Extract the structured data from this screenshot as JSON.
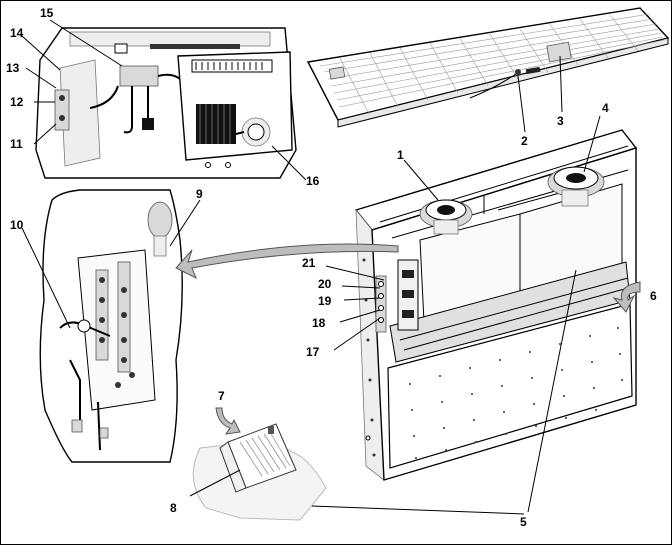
{
  "callouts": {
    "c1": "1",
    "c2": "2",
    "c3": "3",
    "c4": "4",
    "c5a": "5",
    "c5b": "5",
    "c6": "6",
    "c7": "7",
    "c8": "8",
    "c9": "9",
    "c10": "10",
    "c11": "11",
    "c12": "12",
    "c13": "13",
    "c14": "14",
    "c15": "15",
    "c16": "16",
    "c17": "17",
    "c18": "18",
    "c19": "19",
    "c20": "20",
    "c21": "21"
  }
}
